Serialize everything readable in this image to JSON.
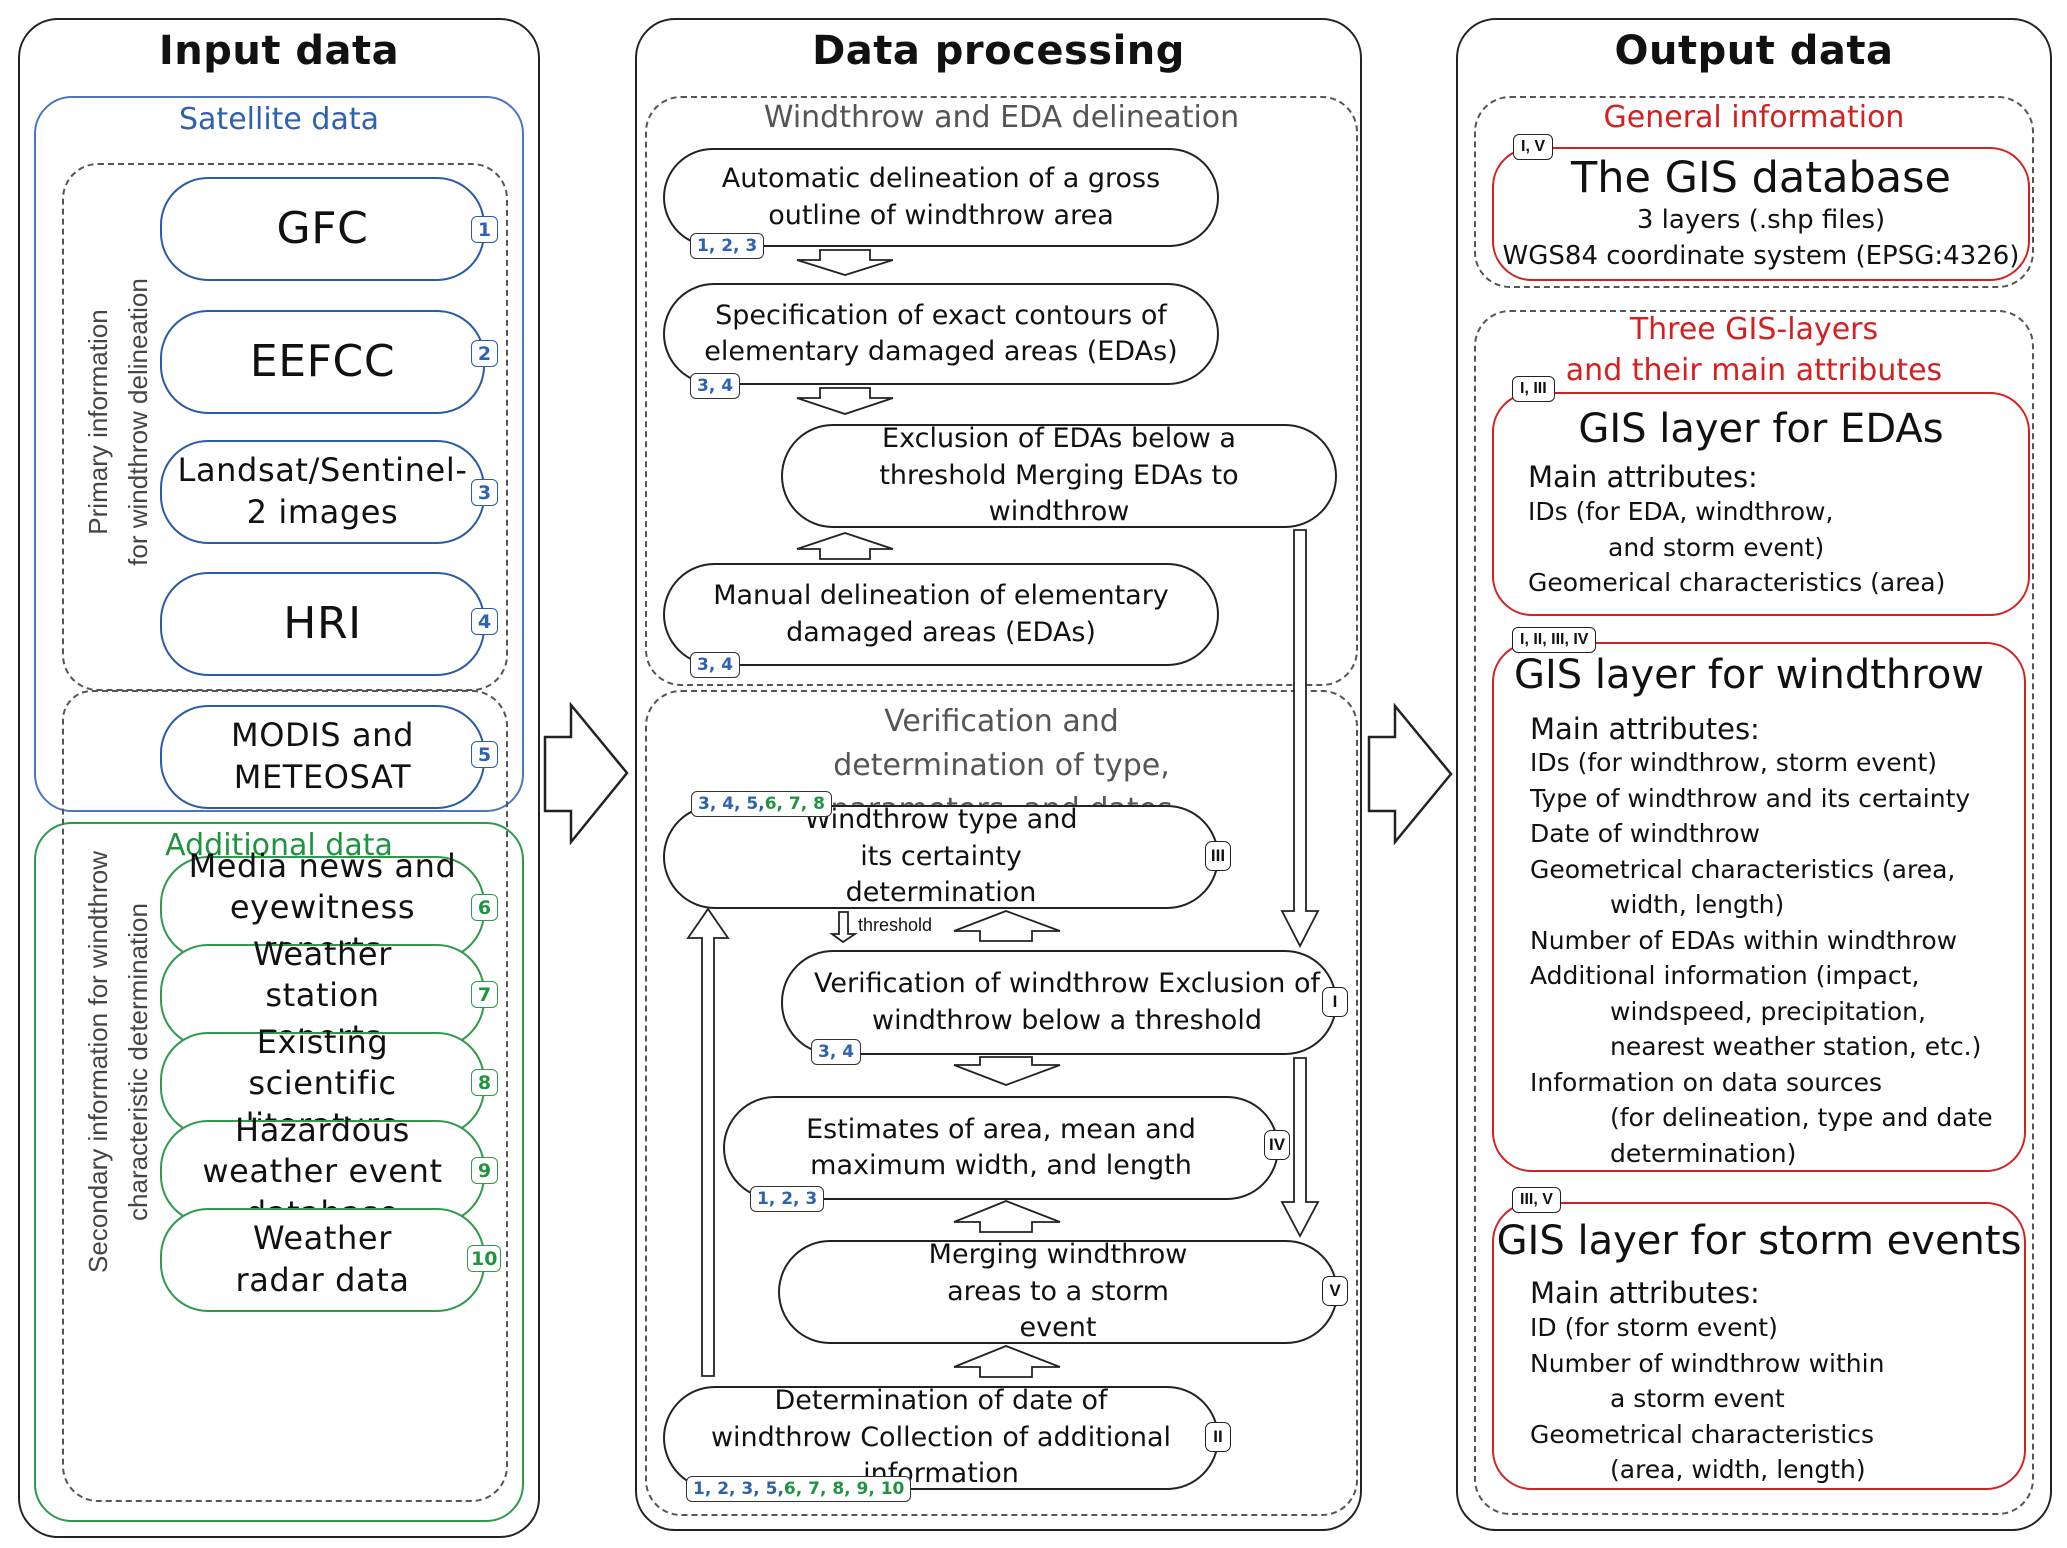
{
  "input": {
    "title": "Input data",
    "satellite_group": {
      "label": "Satellite data",
      "primary_label_line1": "Primary information",
      "primary_label_line2": "for windthrow delineation",
      "sources": [
        {
          "label": "GFC",
          "num": "1"
        },
        {
          "label": "EEFCC",
          "num": "2"
        },
        {
          "label": "Landsat/Sentinel-2 images",
          "num": "3"
        },
        {
          "label": "HRI",
          "num": "4"
        },
        {
          "label": "MODIS and METEOSAT",
          "num": "5"
        }
      ]
    },
    "additional_group": {
      "label": "Additional data",
      "secondary_label_line1": "Secondary information for windthrow",
      "secondary_label_line2": "characteristic determination",
      "sources": [
        {
          "label": "Media news and eyewitness reports",
          "num": "6"
        },
        {
          "label": "Weather station reports",
          "num": "7"
        },
        {
          "label": "Existing scientific literature",
          "num": "8"
        },
        {
          "label": "Hazardous weather event database",
          "num": "9"
        },
        {
          "label": "Weather radar data",
          "num": "10"
        }
      ]
    }
  },
  "processing": {
    "title": "Data processing",
    "delineation_group": {
      "label": "Windthrow and EDA delineation",
      "steps": [
        {
          "text": "Automatic delineation of a gross outline of windthrow area",
          "sources": "1, 2, 3"
        },
        {
          "text": "Specification of exact contours of elementary damaged areas (EDAs)",
          "sources": "3, 4"
        },
        {
          "text": "Exclusion of EDAs below a threshold Merging EDAs to windthrow"
        },
        {
          "text": "Manual delineation of elementary damaged areas (EDAs)",
          "sources": "3, 4"
        }
      ]
    },
    "verification_group": {
      "label": "Verification and determination of type, parameters, and dates",
      "threshold_label": "threshold",
      "steps": [
        {
          "text": "Windthrow type and its certainty determination",
          "sources_blue": "3, 4, 5,",
          "sources_green": " 6, 7, 8",
          "roman": "III"
        },
        {
          "text": "Verification of windthrow Exclusion of windthrow below a threshold",
          "sources": "3, 4",
          "roman": "I"
        },
        {
          "text": "Estimates of area, mean and maximum width, and length",
          "sources": "1, 2, 3",
          "roman": "IV"
        },
        {
          "text": "Merging windthrow areas to a storm event",
          "roman": "V"
        },
        {
          "text": "Determination of date of windthrow Collection of additional information",
          "sources_blue": "1, 2, 3, 5,",
          "sources_green": " 6, 7, 8, 9, 10",
          "roman": "II"
        }
      ]
    }
  },
  "output": {
    "title": "Output data",
    "general": {
      "label": "General information",
      "roman": "I, V",
      "title": "The GIS database",
      "line1": "3 layers (.shp files)",
      "line2": "WGS84 coordinate system (EPSG:4326)"
    },
    "layers_group": {
      "label_line1": "Three GIS-layers",
      "label_line2": "and their main attributes",
      "layers": [
        {
          "roman": "I, III",
          "title": "GIS layer for EDAs",
          "attr_heading": "Main attributes:",
          "attributes": [
            {
              "text": "IDs (for EDA, windthrow,",
              "indent": false
            },
            {
              "text": "and storm event)",
              "indent": true
            },
            {
              "text": "Geomerical characteristics (area)",
              "indent": false
            }
          ]
        },
        {
          "roman": "I, II, III, IV",
          "title": "GIS layer for windthrow",
          "attr_heading": "Main attributes:",
          "attributes": [
            {
              "text": "IDs (for windthrow, storm event)",
              "indent": false
            },
            {
              "text": "Type of windthrow and its certainty",
              "indent": false
            },
            {
              "text": "Date of windthrow",
              "indent": false
            },
            {
              "text": "Geometrical characteristics (area,",
              "indent": false
            },
            {
              "text": "width, length)",
              "indent": true
            },
            {
              "text": "Number of EDAs within windthrow",
              "indent": false
            },
            {
              "text": "Additional information (impact,",
              "indent": false
            },
            {
              "text": "windspeed, precipitation,",
              "indent": true
            },
            {
              "text": "nearest weather station, etc.)",
              "indent": true
            },
            {
              "text": "Information on data sources",
              "indent": false
            },
            {
              "text": "(for delineation, type and date",
              "indent": true
            },
            {
              "text": "determination)",
              "indent": true
            }
          ]
        },
        {
          "roman": "III, V",
          "title": "GIS layer for storm events",
          "attr_heading": "Main attributes:",
          "attributes": [
            {
              "text": "ID (for storm event)",
              "indent": false
            },
            {
              "text": "Number of windthrow within",
              "indent": false
            },
            {
              "text": "a storm event",
              "indent": true
            },
            {
              "text": "Geometrical characteristics",
              "indent": false
            },
            {
              "text": "(area, width, length)",
              "indent": true
            }
          ]
        }
      ]
    }
  },
  "colors": {
    "satellite": "#2a5ba8",
    "additional": "#2f9a4a",
    "output": "#d42020",
    "outline": "#222222"
  }
}
